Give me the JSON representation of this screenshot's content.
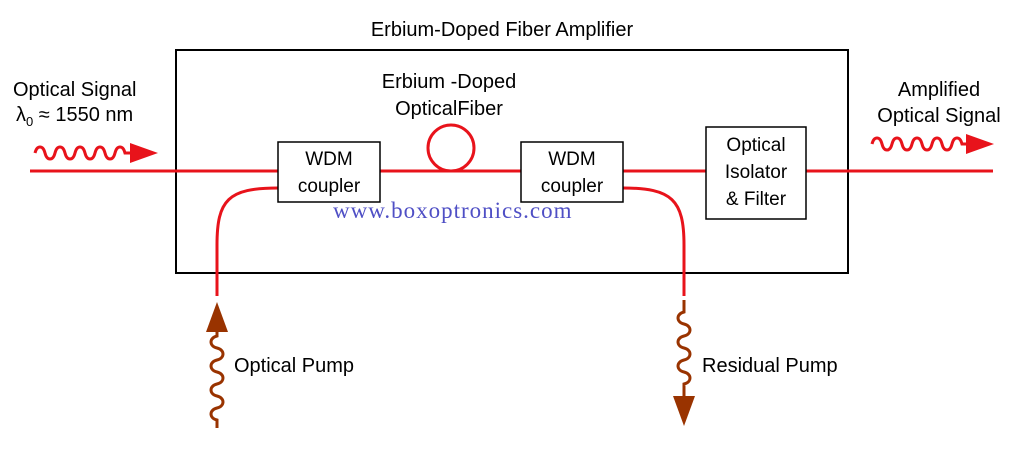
{
  "title": "Erbium-Doped Fiber Amplifier",
  "input_signal": {
    "line1": "Optical Signal",
    "lambda": "λ",
    "subscript": "0",
    "line2_rest": " ≈ 1550 nm"
  },
  "fiber_label": {
    "line1": "Erbium -Doped",
    "line2": "OpticalFiber"
  },
  "wdm1": {
    "line1": "WDM",
    "line2": "coupler"
  },
  "wdm2": {
    "line1": "WDM",
    "line2": "coupler"
  },
  "isolator": {
    "line1": "Optical",
    "line2": "Isolator",
    "line3": "& Filter"
  },
  "output_signal": {
    "line1": "Amplified",
    "line2": "Optical Signal"
  },
  "pump_in": "Optical Pump",
  "pump_out": "Residual Pump",
  "watermark": "www.boxoptronics.com",
  "colors": {
    "signal": "#e8131b",
    "pump": "#993300",
    "outline": "#000000",
    "watermark": "#3d3dbf"
  }
}
